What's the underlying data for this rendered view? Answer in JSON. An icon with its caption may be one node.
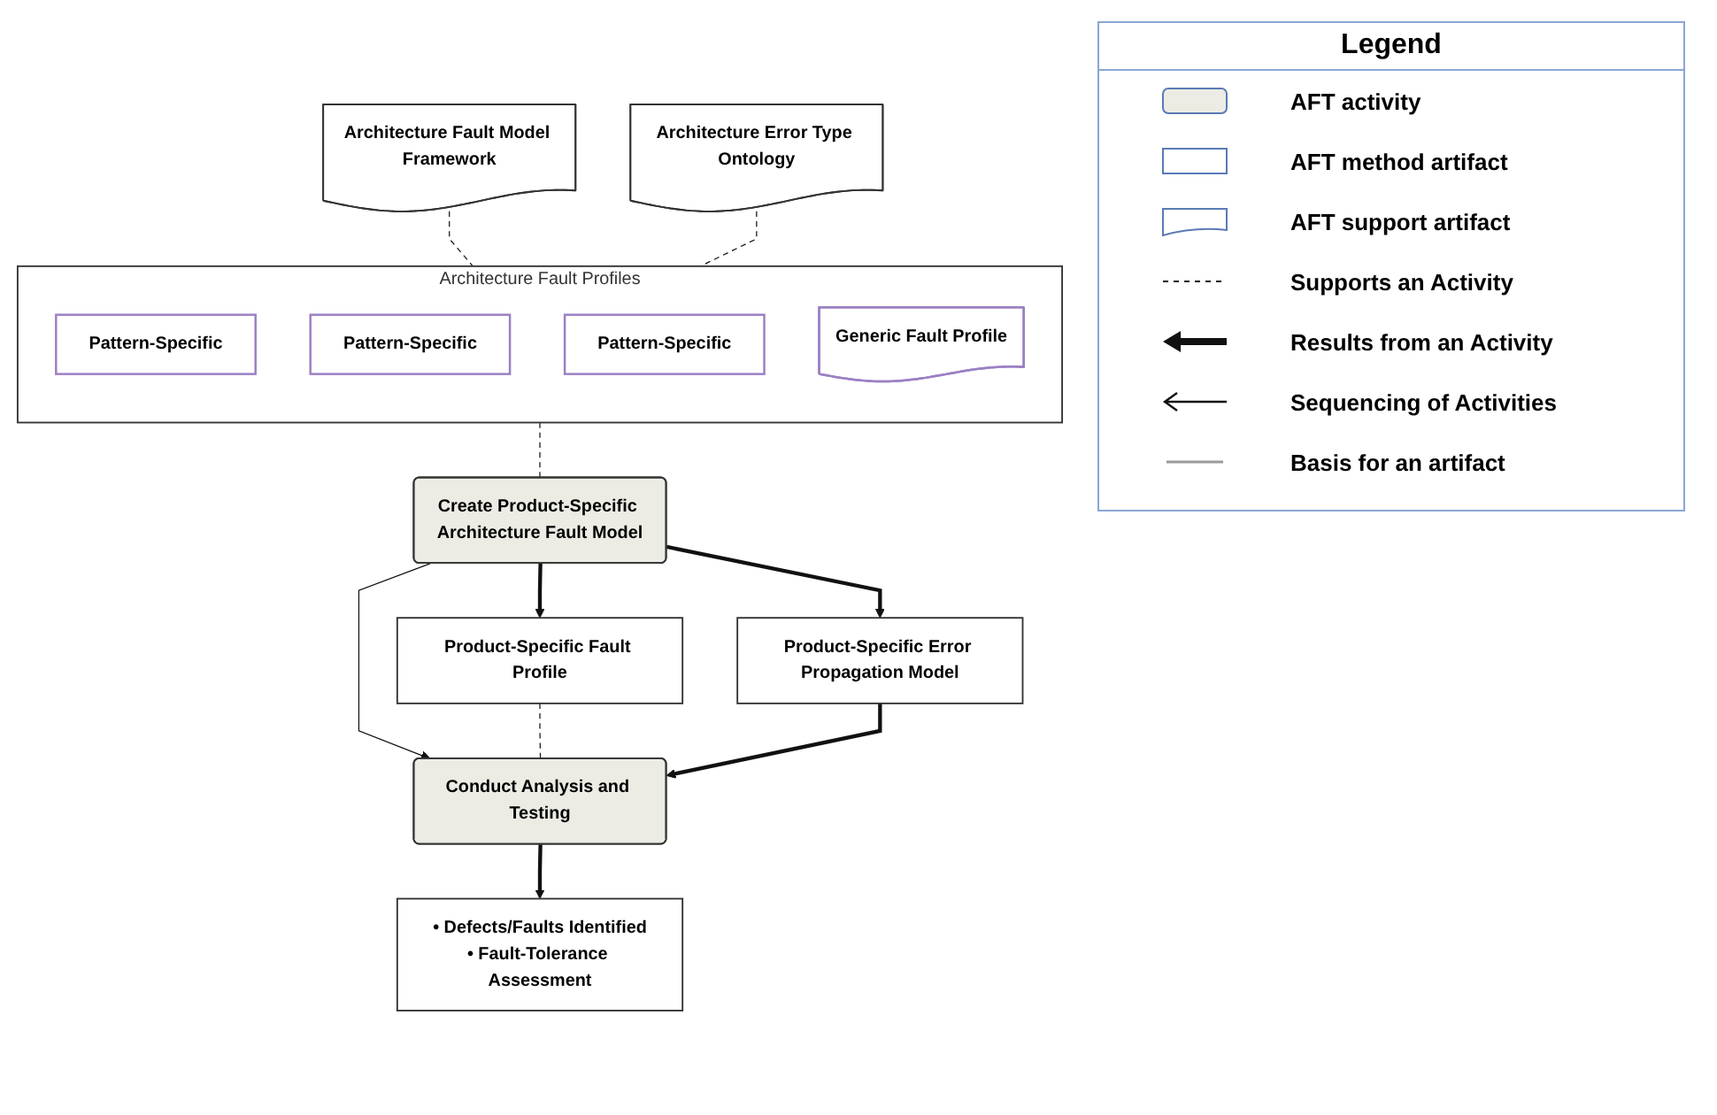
{
  "diagram": {
    "nodes": [
      {
        "text": [
          "Architecture Fault Model Framework"
        ]
      },
      {
        "text": [
          "Architecture Error Type Ontology"
        ]
      },
      {
        "text": [
          "Architecture Fault Profiles"
        ]
      },
      {
        "text": [
          "Pattern-Specific"
        ],
        "in": 2
      },
      {
        "text": [
          "Pattern-Specific"
        ],
        "in": 2
      },
      {
        "text": [
          "Pattern-Specific"
        ],
        "in": 2
      },
      {
        "text": [
          "Generic Fault Profile"
        ],
        "in": 2
      },
      {
        "text": [
          "Product-Specific Fault Profile"
        ]
      },
      {
        "text": [
          "Create Product-Specific Architecture Fault Model"
        ]
      },
      {
        "text": [
          "Conduct Analysis and Testing"
        ]
      },
      {
        "text": [
          "Product-Specific Error Propagation Model"
        ]
      },
      {
        "text": [
          "• Defects/Faults Identified",
          "• Fault-Tolerance Assessment"
        ]
      }
    ],
    "edges": [
      {
        "from": 0,
        "to": 2,
        "arrow": "none",
        "style": "dashed"
      },
      {
        "from": 1,
        "to": 2,
        "arrow": "none",
        "style": "dashed"
      },
      {
        "from": 2,
        "to": 8,
        "arrow": "none",
        "style": "dashed"
      },
      {
        "from": 8,
        "to": 7,
        "arrow": "to",
        "style": "thick"
      },
      {
        "from": 8,
        "to": 9,
        "arrow": "to"
      },
      {
        "from": 7,
        "to": 9,
        "arrow": "none",
        "style": "dashed"
      },
      {
        "from": 8,
        "to": 10,
        "arrow": "to",
        "style": "thick"
      },
      {
        "from": 10,
        "to": 9,
        "arrow": "to",
        "style": "thick"
      },
      {
        "from": 9,
        "to": 11,
        "arrow": "to",
        "style": "thick"
      }
    ],
    "labels": [
      "Legend"
    ],
    "legend": [
      {
        "text": "AFT activity"
      },
      {
        "text": "AFT method artifact"
      },
      {
        "text": "AFT support artifact"
      },
      {
        "text": "Supports an Activity"
      },
      {
        "text": "Results from an Activity"
      },
      {
        "text": "Sequencing of Activities"
      },
      {
        "text": "Basis for an artifact"
      }
    ]
  }
}
